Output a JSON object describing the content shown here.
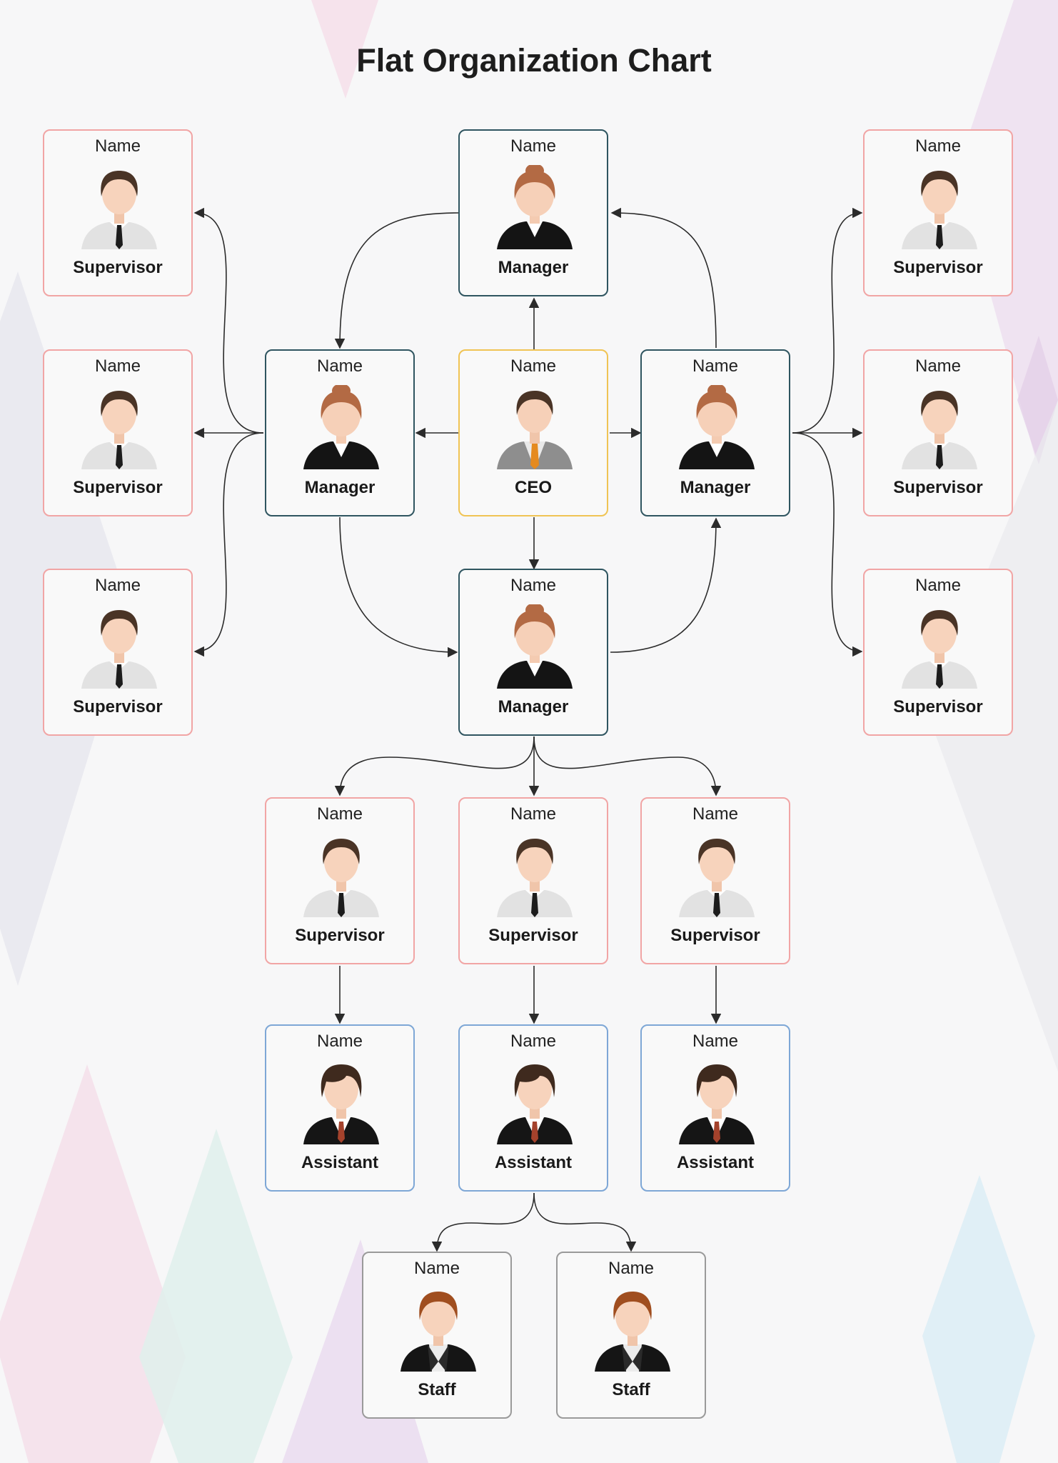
{
  "title": "Flat Organization Chart",
  "colors": {
    "background": "#f7f7f8",
    "manager_border": "#2f5560",
    "ceo_border": "#f0c454",
    "supervisor_border": "#f1a5a5",
    "assistant_border": "#7ea7d6",
    "staff_border": "#9a9a9a",
    "connector": "#2b2b2b"
  },
  "nodes": [
    {
      "id": "mgr_top",
      "name": "Name",
      "role": "Manager",
      "avatar": "female-manager-icon"
    },
    {
      "id": "mgr_left",
      "name": "Name",
      "role": "Manager",
      "avatar": "female-manager-icon"
    },
    {
      "id": "ceo",
      "name": "Name",
      "role": "CEO",
      "avatar": "ceo-icon"
    },
    {
      "id": "mgr_right",
      "name": "Name",
      "role": "Manager",
      "avatar": "female-manager-icon"
    },
    {
      "id": "mgr_bottom",
      "name": "Name",
      "role": "Manager",
      "avatar": "female-manager-icon"
    },
    {
      "id": "sup_l1",
      "name": "Name",
      "role": "Supervisor",
      "avatar": "supervisor-icon"
    },
    {
      "id": "sup_l2",
      "name": "Name",
      "role": "Supervisor",
      "avatar": "supervisor-icon"
    },
    {
      "id": "sup_l3",
      "name": "Name",
      "role": "Supervisor",
      "avatar": "supervisor-icon"
    },
    {
      "id": "sup_r1",
      "name": "Name",
      "role": "Supervisor",
      "avatar": "supervisor-icon"
    },
    {
      "id": "sup_r2",
      "name": "Name",
      "role": "Supervisor",
      "avatar": "supervisor-icon"
    },
    {
      "id": "sup_r3",
      "name": "Name",
      "role": "Supervisor",
      "avatar": "supervisor-icon"
    },
    {
      "id": "sup_b1",
      "name": "Name",
      "role": "Supervisor",
      "avatar": "supervisor-icon"
    },
    {
      "id": "sup_b2",
      "name": "Name",
      "role": "Supervisor",
      "avatar": "supervisor-icon"
    },
    {
      "id": "sup_b3",
      "name": "Name",
      "role": "Supervisor",
      "avatar": "supervisor-icon"
    },
    {
      "id": "ast_1",
      "name": "Name",
      "role": "Assistant",
      "avatar": "assistant-icon"
    },
    {
      "id": "ast_2",
      "name": "Name",
      "role": "Assistant",
      "avatar": "assistant-icon"
    },
    {
      "id": "ast_3",
      "name": "Name",
      "role": "Assistant",
      "avatar": "assistant-icon"
    },
    {
      "id": "stf_1",
      "name": "Name",
      "role": "Staff",
      "avatar": "staff-icon"
    },
    {
      "id": "stf_2",
      "name": "Name",
      "role": "Staff",
      "avatar": "staff-icon"
    }
  ],
  "edges": [
    {
      "from": "ceo",
      "to": "mgr_top"
    },
    {
      "from": "ceo",
      "to": "mgr_left"
    },
    {
      "from": "ceo",
      "to": "mgr_right"
    },
    {
      "from": "ceo",
      "to": "mgr_bottom"
    },
    {
      "from": "mgr_top",
      "to": "mgr_left"
    },
    {
      "from": "mgr_left",
      "to": "mgr_bottom"
    },
    {
      "from": "mgr_bottom",
      "to": "mgr_right"
    },
    {
      "from": "mgr_right",
      "to": "mgr_top"
    },
    {
      "from": "mgr_left",
      "to": "sup_l1"
    },
    {
      "from": "mgr_left",
      "to": "sup_l2"
    },
    {
      "from": "mgr_left",
      "to": "sup_l3"
    },
    {
      "from": "mgr_right",
      "to": "sup_r1"
    },
    {
      "from": "mgr_right",
      "to": "sup_r2"
    },
    {
      "from": "mgr_right",
      "to": "sup_r3"
    },
    {
      "from": "mgr_bottom",
      "to": "sup_b1"
    },
    {
      "from": "mgr_bottom",
      "to": "sup_b2"
    },
    {
      "from": "mgr_bottom",
      "to": "sup_b3"
    },
    {
      "from": "sup_b1",
      "to": "ast_1"
    },
    {
      "from": "sup_b2",
      "to": "ast_2"
    },
    {
      "from": "sup_b3",
      "to": "ast_3"
    },
    {
      "from": "ast_2",
      "to": "stf_1"
    },
    {
      "from": "ast_2",
      "to": "stf_2"
    }
  ]
}
